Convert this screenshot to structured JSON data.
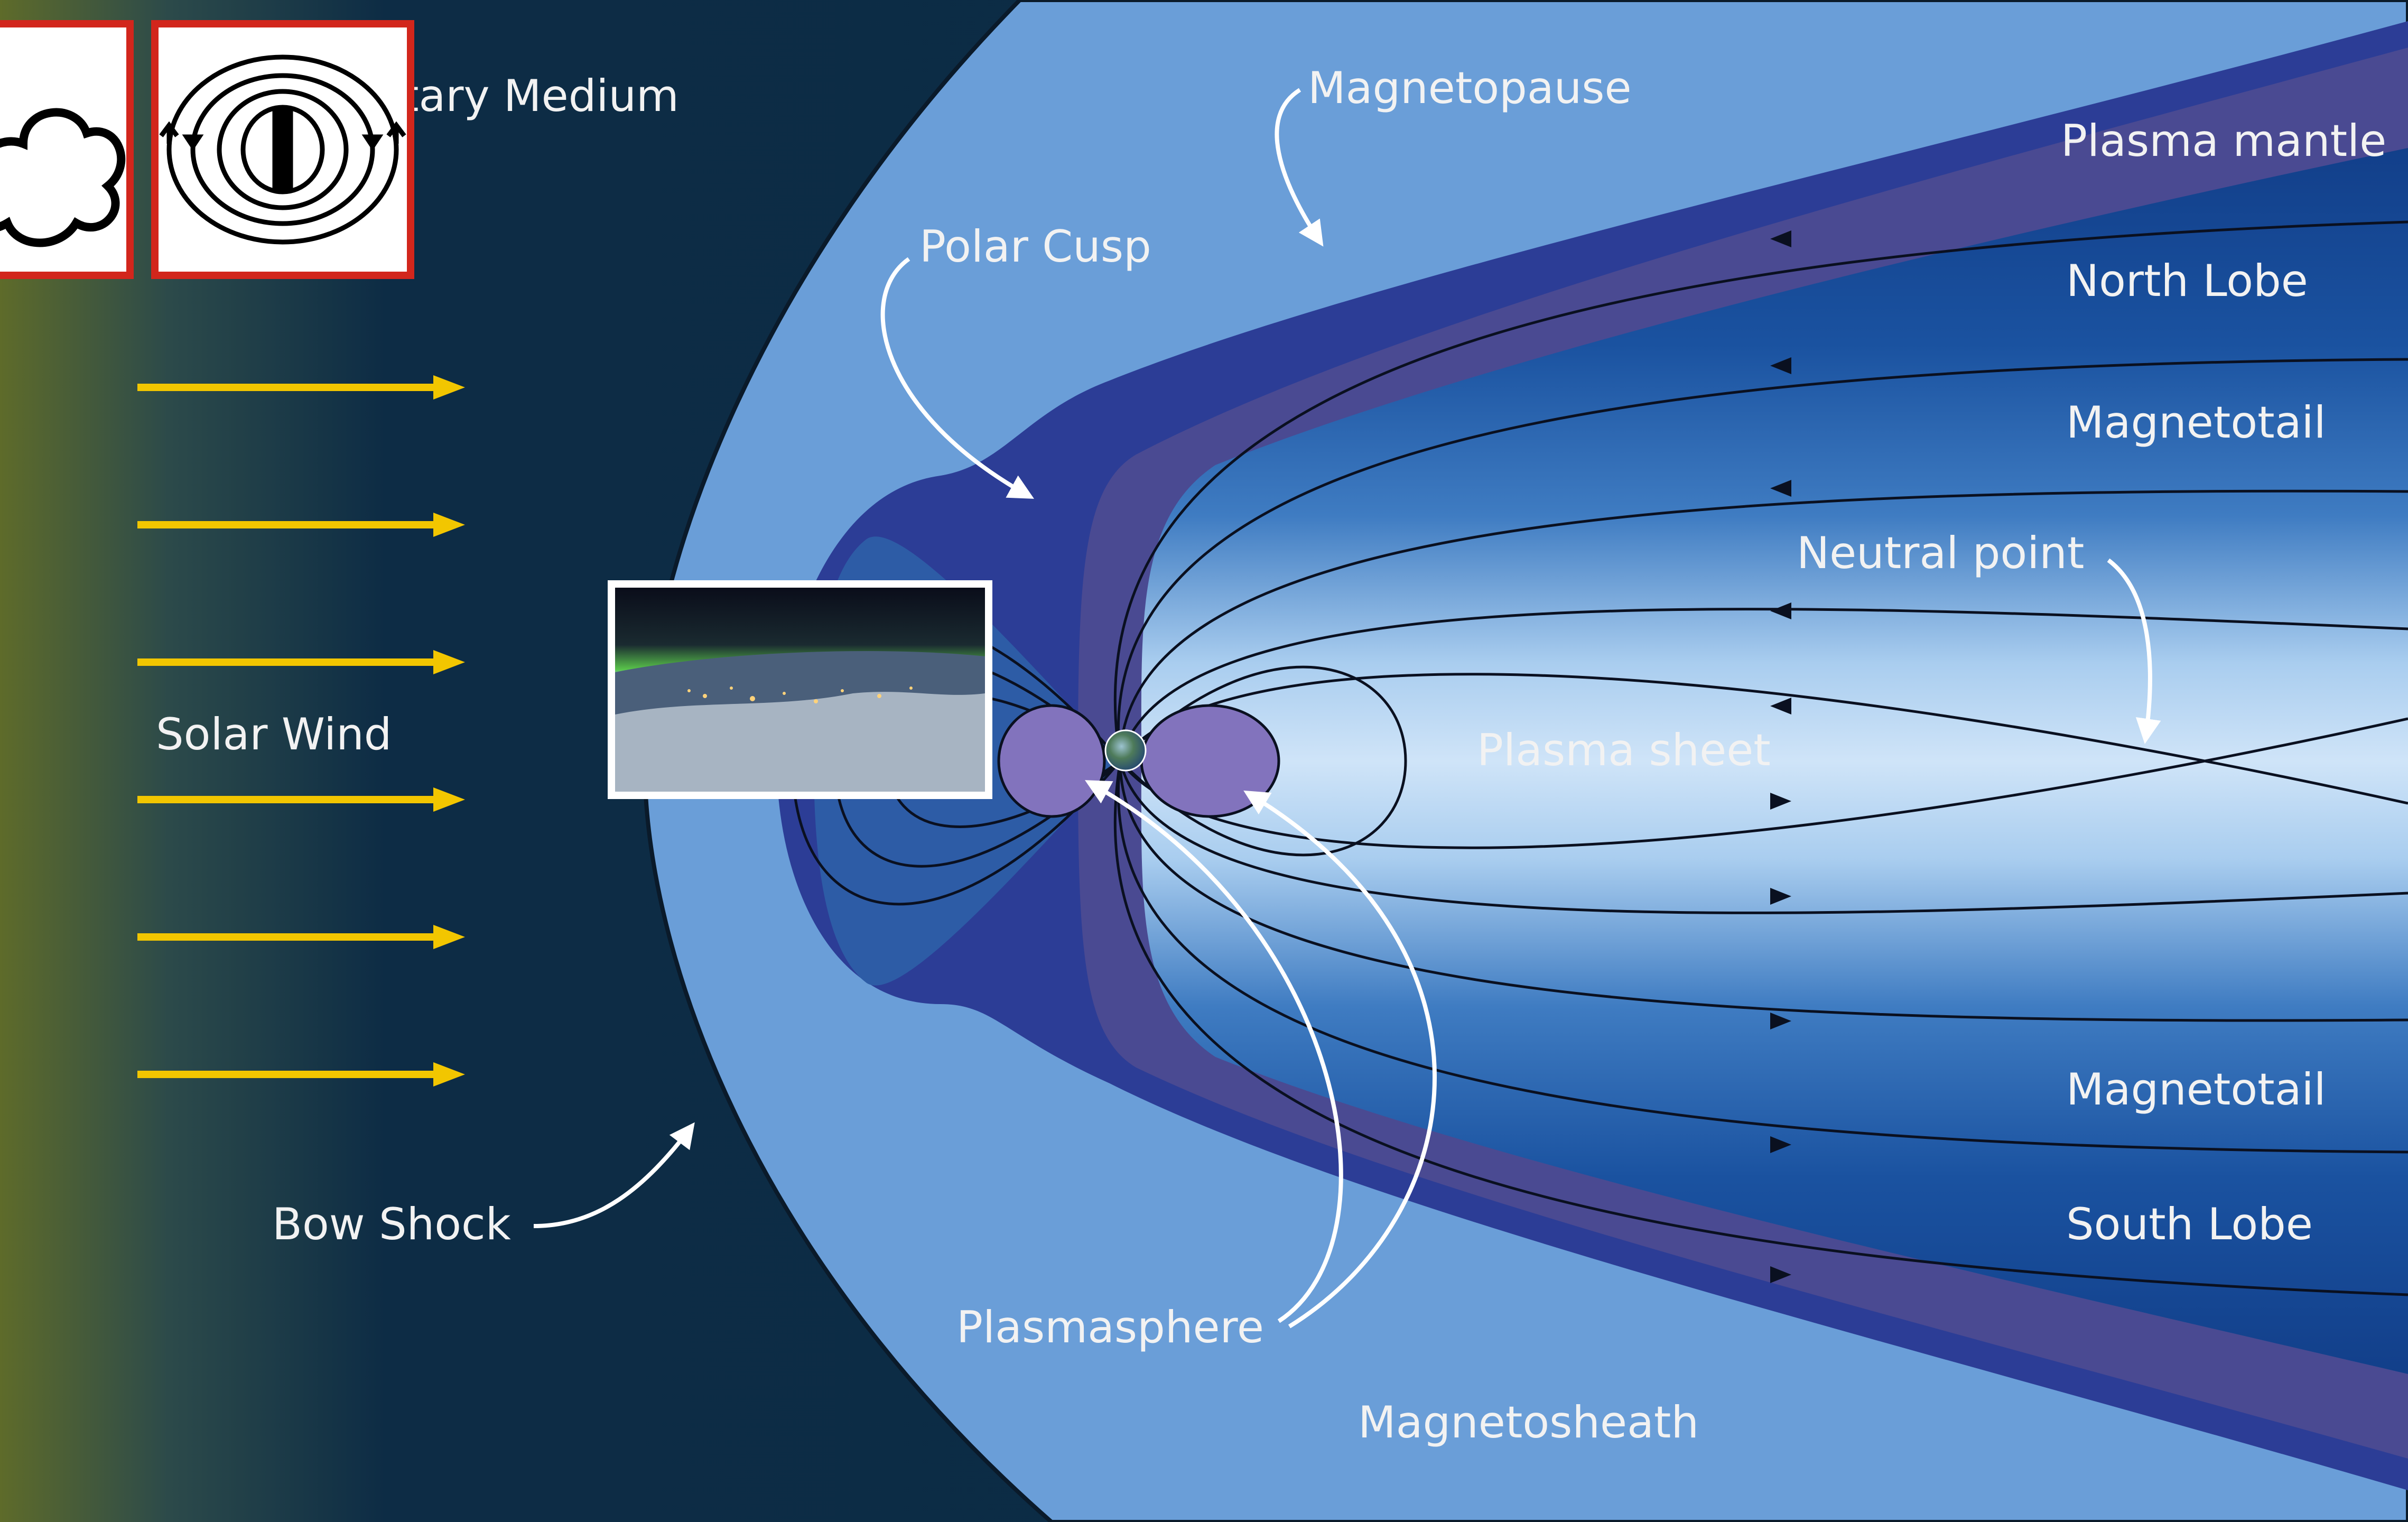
{
  "labels": {
    "interplanetary_medium": "tary Medium",
    "magnetopause": "Magnetopause",
    "polar_cusp": "Polar Cusp",
    "plasma_mantle": "Plasma mantle",
    "north_lobe": "North Lobe",
    "magnetotail_upper": "Magnetotail",
    "neutral_point": "Neutral point",
    "solar_wind": "Solar Wind",
    "plasma_sheet": "Plasma sheet",
    "magnetotail_lower": "Magnetotail",
    "south_lobe": "South Lobe",
    "bow_shock": "Bow Shock",
    "plasmasphere": "Plasmasphere",
    "magnetosheath": "Magnetosheath"
  },
  "icons": {
    "cloud_thumbnail": "cloud-icon",
    "magnet_thumbnail": "bar-magnet-field-icon",
    "photo": "earth-aurora-photo"
  },
  "colors": {
    "space": "#0b2a44",
    "solar_edge": "#5e6b2a",
    "magnetosheath": "#6a9ed8",
    "magnetopause": "#2c3d96",
    "mantle": "#4a4a92",
    "lobe": "#1f5aa6",
    "plasma_sheet": "#c9e0f6",
    "plasmasphere": "#8273bd",
    "arrow": "#f2c600",
    "thumb_border": "#d2261c"
  }
}
